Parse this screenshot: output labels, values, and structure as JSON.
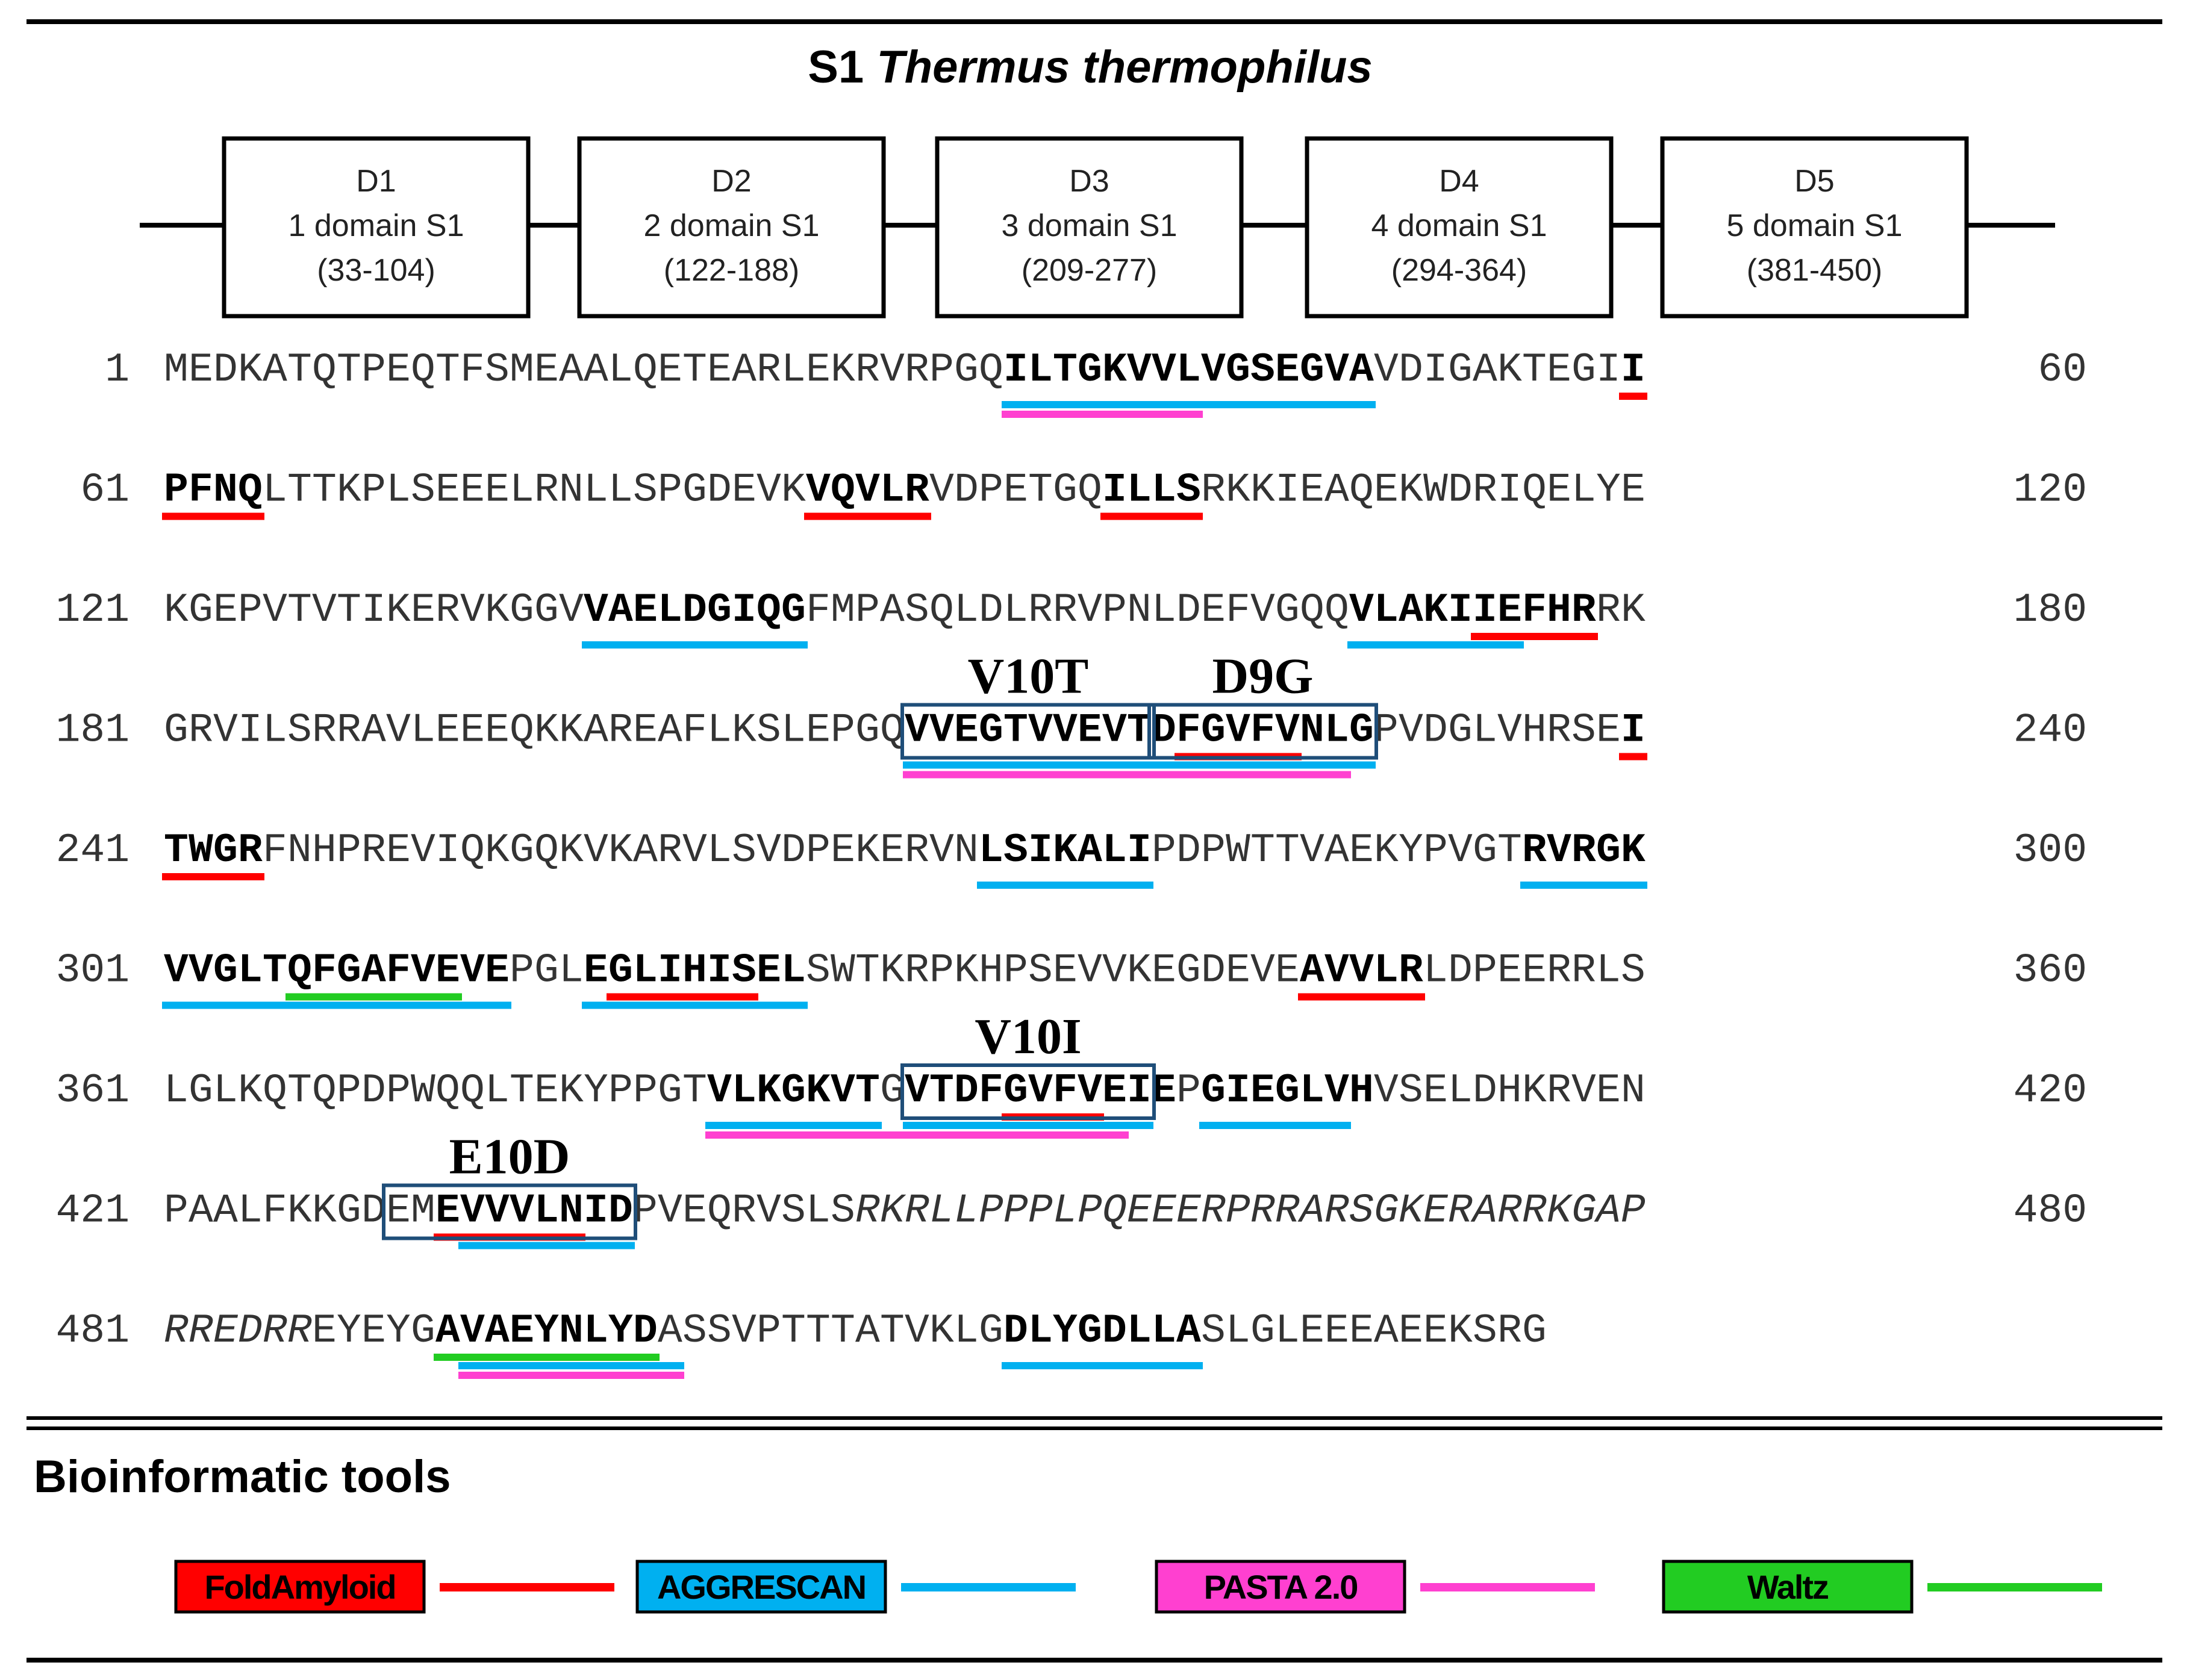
{
  "title": {
    "prefix": "S1",
    "species": "Thermus thermophilus"
  },
  "domains": [
    {
      "id": "D1",
      "name": "1 domain S1",
      "range": "(33-104)"
    },
    {
      "id": "D2",
      "name": "2 domain S1",
      "range": "(122-188)"
    },
    {
      "id": "D3",
      "name": "3 domain S1",
      "range": "(209-277)"
    },
    {
      "id": "D4",
      "name": "4 domain S1",
      "range": "(294-364)"
    },
    {
      "id": "D5",
      "name": "5 domain S1",
      "range": "(381-450)"
    }
  ],
  "sequence_rows": [
    {
      "start": "1",
      "end": "60",
      "seq": "MEDKATQTPEQTFSMEAALQETEARLEKRVRPGQILTGKVVLVGSEGVAVDIGAKTEGII",
      "bold": [
        [
          34,
          49
        ],
        [
          59,
          60
        ]
      ],
      "italic": []
    },
    {
      "start": "61",
      "end": "120",
      "seq": "PFNQLTTKPLSEEELRNLLSPGDEVKVQVLRVDPETGQILLSRKKIEAQEKWDRIQELYE",
      "bold": [
        [
          0,
          4
        ],
        [
          26,
          31
        ],
        [
          38,
          42
        ]
      ],
      "italic": []
    },
    {
      "start": "121",
      "end": "180",
      "seq": "KGEPVTVTIKERVKGGVVAELDGIQGFMPASQLDLRRVPNLDEFVGQQVLAKIIEFHRRK",
      "bold": [
        [
          17,
          26
        ],
        [
          48,
          58
        ]
      ],
      "italic": []
    },
    {
      "start": "181",
      "end": "240",
      "seq": "GRVILSRRAVLEEEQKKAREAFLKSLEPGQVVEGTVVEVTDFGVFVNLGPVDGLVHRSEI",
      "bold": [
        [
          30,
          49
        ],
        [
          59,
          60
        ]
      ],
      "italic": []
    },
    {
      "start": "241",
      "end": "300",
      "seq": "TWGRFNHPREVIQKGQKVKARVLSVDPEKERVNLSIKALIPDPWTTVAEKYPVGTRVRGK",
      "bold": [
        [
          0,
          4
        ],
        [
          33,
          40
        ],
        [
          55,
          60
        ]
      ],
      "italic": []
    },
    {
      "start": "301",
      "end": "360",
      "seq": "VVGLTQFGAFVEVEPGLEGLIHISELSWTKRPKHPSEVVKEGDEVEAVVLRLDPEERRLS",
      "bold": [
        [
          0,
          14
        ],
        [
          17,
          26
        ],
        [
          46,
          51
        ]
      ],
      "italic": []
    },
    {
      "start": "361",
      "end": "420",
      "seq": "LGLKQTQPDPWQQLTEKYPPGTVLKGKVTGVTDFGVFVEIEPGIEGLVHVSELDHKRVEN",
      "bold": [
        [
          22,
          29
        ],
        [
          30,
          41
        ],
        [
          42,
          49
        ]
      ],
      "italic": []
    },
    {
      "start": "421",
      "end": "480",
      "seq": "PAALFKKGDEMEVVVLNIDPVEQRVSLSRKRLLPPPLPQEEERPRRARSGKERARRKGAP",
      "bold": [
        [
          11,
          19
        ]
      ],
      "italic": [
        [
          28,
          60
        ]
      ]
    },
    {
      "start": "481",
      "end": "",
      "seq": "RREDRREYEYGAVAEYNLYDASSVPTTTATVKLGDLYGDLLASLGLEEEAEEKSRG",
      "bold": [
        [
          11,
          20
        ],
        [
          34,
          42
        ]
      ],
      "italic": [
        [
          0,
          6
        ]
      ]
    }
  ],
  "mutations": [
    {
      "label": "V10T",
      "row": 3,
      "from": 30,
      "to": 40
    },
    {
      "label": "D9G",
      "row": 3,
      "from": 40,
      "to": 49
    },
    {
      "label": "V10I",
      "row": 6,
      "from": 30,
      "to": 40
    },
    {
      "label": "E10D",
      "row": 7,
      "from": 9,
      "to": 19
    }
  ],
  "tools_title": "Bioinformatic tools",
  "tools": [
    {
      "name": "FoldAmyloid",
      "color": "#ff0000"
    },
    {
      "name": "AGGRESCAN",
      "color": "#00b0f0"
    },
    {
      "name": "PASTA 2.0",
      "color": "#ff40d0"
    },
    {
      "name": "Waltz",
      "color": "#22cc22"
    }
  ],
  "predicted_regions": [
    {
      "row": 0,
      "tool": 1,
      "from": 34,
      "to": 49
    },
    {
      "row": 0,
      "tool": 2,
      "from": 34,
      "to": 42
    },
    {
      "row": 0,
      "tool": 0,
      "from": 59,
      "to": 60
    },
    {
      "row": 1,
      "tool": 0,
      "from": 0,
      "to": 4
    },
    {
      "row": 1,
      "tool": 0,
      "from": 26,
      "to": 31
    },
    {
      "row": 1,
      "tool": 0,
      "from": 38,
      "to": 42
    },
    {
      "row": 2,
      "tool": 1,
      "from": 17,
      "to": 26
    },
    {
      "row": 2,
      "tool": 0,
      "from": 53,
      "to": 58
    },
    {
      "row": 2,
      "tool": 1,
      "from": 48,
      "to": 55
    },
    {
      "row": 3,
      "tool": 0,
      "from": 41,
      "to": 46
    },
    {
      "row": 3,
      "tool": 1,
      "from": 30,
      "to": 49
    },
    {
      "row": 3,
      "tool": 2,
      "from": 30,
      "to": 48
    },
    {
      "row": 3,
      "tool": 0,
      "from": 59,
      "to": 60
    },
    {
      "row": 4,
      "tool": 0,
      "from": 0,
      "to": 4
    },
    {
      "row": 4,
      "tool": 1,
      "from": 33,
      "to": 40
    },
    {
      "row": 4,
      "tool": 1,
      "from": 55,
      "to": 60
    },
    {
      "row": 5,
      "tool": 3,
      "from": 5,
      "to": 12
    },
    {
      "row": 5,
      "tool": 1,
      "from": 0,
      "to": 14
    },
    {
      "row": 5,
      "tool": 0,
      "from": 18,
      "to": 24
    },
    {
      "row": 5,
      "tool": 1,
      "from": 17,
      "to": 26
    },
    {
      "row": 5,
      "tool": 0,
      "from": 46,
      "to": 51
    },
    {
      "row": 6,
      "tool": 0,
      "from": 34,
      "to": 38
    },
    {
      "row": 6,
      "tool": 1,
      "from": 22,
      "to": 29
    },
    {
      "row": 6,
      "tool": 1,
      "from": 30,
      "to": 40
    },
    {
      "row": 6,
      "tool": 1,
      "from": 42,
      "to": 48
    },
    {
      "row": 6,
      "tool": 2,
      "from": 22,
      "to": 39
    },
    {
      "row": 7,
      "tool": 0,
      "from": 11,
      "to": 17
    },
    {
      "row": 7,
      "tool": 1,
      "from": 12,
      "to": 19
    },
    {
      "row": 8,
      "tool": 3,
      "from": 11,
      "to": 20
    },
    {
      "row": 8,
      "tool": 1,
      "from": 12,
      "to": 21
    },
    {
      "row": 8,
      "tool": 2,
      "from": 12,
      "to": 21
    },
    {
      "row": 8,
      "tool": 1,
      "from": 34,
      "to": 42
    }
  ]
}
